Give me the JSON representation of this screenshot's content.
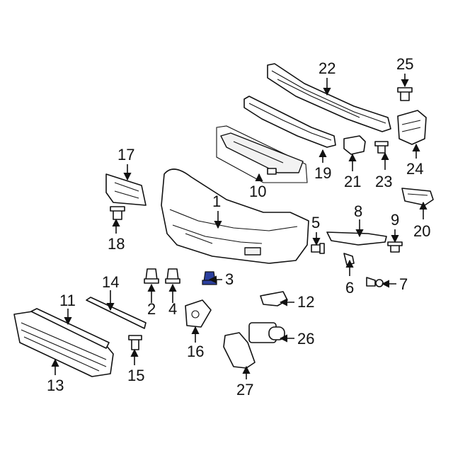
{
  "highlight_color": "#2b3f9e",
  "callouts": [
    {
      "id": "c1",
      "label": "1"
    },
    {
      "id": "c2",
      "label": "2"
    },
    {
      "id": "c3",
      "label": "3"
    },
    {
      "id": "c4",
      "label": "4"
    },
    {
      "id": "c5",
      "label": "5"
    },
    {
      "id": "c6",
      "label": "6"
    },
    {
      "id": "c7",
      "label": "7"
    },
    {
      "id": "c8",
      "label": "8"
    },
    {
      "id": "c9",
      "label": "9"
    },
    {
      "id": "c10",
      "label": "10"
    },
    {
      "id": "c11",
      "label": "11"
    },
    {
      "id": "c12",
      "label": "12"
    },
    {
      "id": "c13",
      "label": "13"
    },
    {
      "id": "c14",
      "label": "14"
    },
    {
      "id": "c15",
      "label": "15"
    },
    {
      "id": "c16",
      "label": "16"
    },
    {
      "id": "c17",
      "label": "17"
    },
    {
      "id": "c18",
      "label": "18"
    },
    {
      "id": "c19",
      "label": "19"
    },
    {
      "id": "c20",
      "label": "20"
    },
    {
      "id": "c21",
      "label": "21"
    },
    {
      "id": "c22",
      "label": "22"
    },
    {
      "id": "c23",
      "label": "23"
    },
    {
      "id": "c24",
      "label": "24"
    },
    {
      "id": "c25",
      "label": "25"
    },
    {
      "id": "c26",
      "label": "26"
    },
    {
      "id": "c27",
      "label": "27"
    }
  ]
}
